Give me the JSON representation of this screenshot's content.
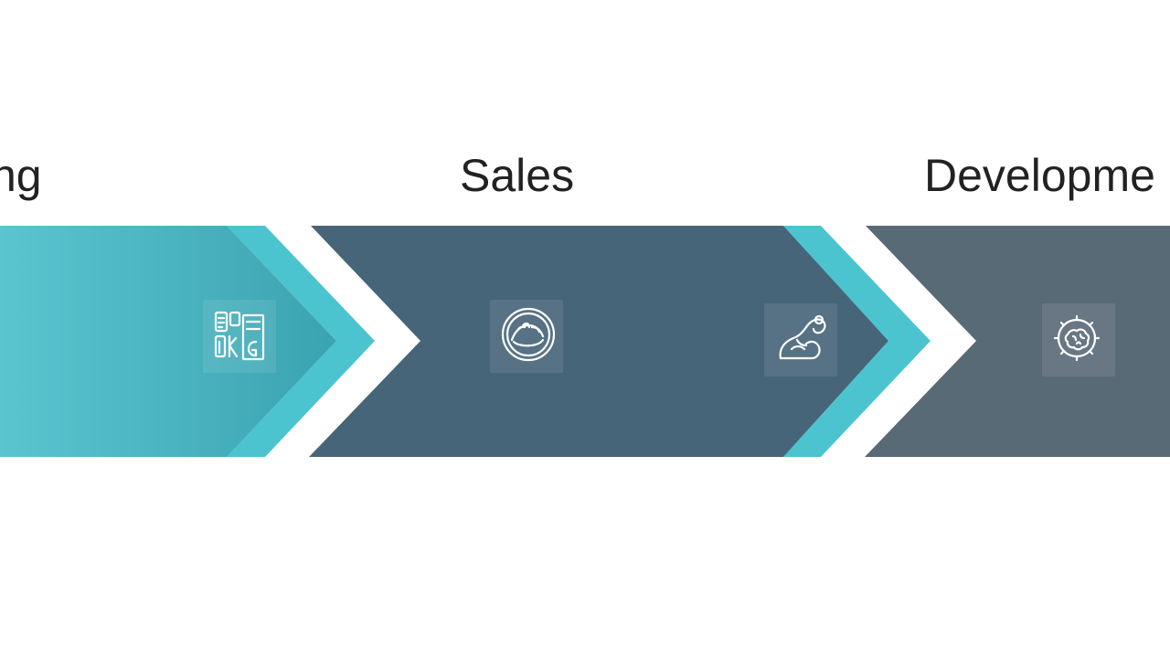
{
  "stages": [
    {
      "label": "ng",
      "icon": "document-grid-icon"
    },
    {
      "label": "Sales",
      "icons": [
        "handshake-circle-icon",
        "flexed-arm-icon"
      ]
    },
    {
      "label": "Developme",
      "icon": "gear-brain-icon"
    }
  ],
  "colors": {
    "stage1_start": "#5bc6d0",
    "stage1_end": "#3aa5b2",
    "stage2_fill": "#466578",
    "stage3_fill": "#596a77",
    "accent_teal": "#4cc4cf",
    "label_text": "#222222",
    "icon_stroke": "#ffffff"
  }
}
